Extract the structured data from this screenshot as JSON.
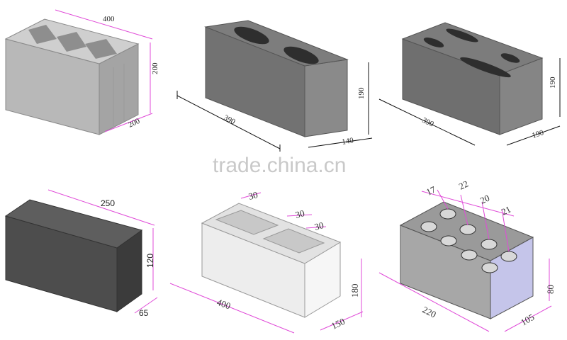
{
  "watermark": "trade.china.cn",
  "blocks": [
    {
      "dims": [
        "400",
        "200",
        "200"
      ]
    },
    {
      "dims": [
        "390",
        "190",
        "140"
      ]
    },
    {
      "dims": [
        "390",
        "190",
        "190"
      ]
    },
    {
      "dims": [
        "250",
        "120",
        "65"
      ]
    },
    {
      "dims": [
        "400",
        "180",
        "150",
        "30",
        "30",
        "30"
      ]
    },
    {
      "dims": [
        "220",
        "80",
        "105",
        "17",
        "22",
        "20",
        "21"
      ]
    }
  ]
}
